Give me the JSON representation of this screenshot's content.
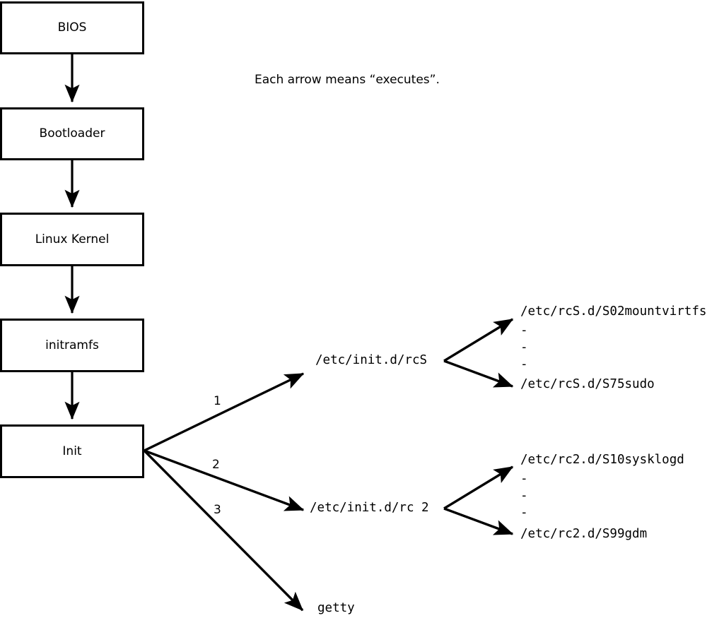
{
  "diagram": {
    "title_note": "Each arrow means “executes”.",
    "boot_chain": [
      {
        "label": "BIOS"
      },
      {
        "label": "Bootloader"
      },
      {
        "label": "Linux Kernel"
      },
      {
        "label": "initramfs"
      },
      {
        "label": "Init"
      }
    ],
    "init_edges": [
      {
        "number": "1",
        "target": "/etc/init.d/rcS"
      },
      {
        "number": "2",
        "target": "/etc/init.d/rc 2"
      },
      {
        "number": "3",
        "target": "getty"
      }
    ],
    "targets": {
      "rcs": "/etc/init.d/rcS",
      "rc2": "/etc/init.d/rc 2",
      "getty": "getty"
    },
    "rcs_scripts": {
      "first": "/etc/rcS.d/S02mountvirtfs",
      "last": "/etc/rcS.d/S75sudo",
      "ellipsis": [
        "-",
        "-",
        "-"
      ]
    },
    "rc2_scripts": {
      "first": "/etc/rc2.d/S10sysklogd",
      "last": "/etc/rc2.d/S99gdm",
      "ellipsis": [
        "-",
        "-",
        "-"
      ]
    },
    "colors": {
      "stroke": "#000000",
      "background": "#ffffff",
      "text": "#000000"
    }
  }
}
